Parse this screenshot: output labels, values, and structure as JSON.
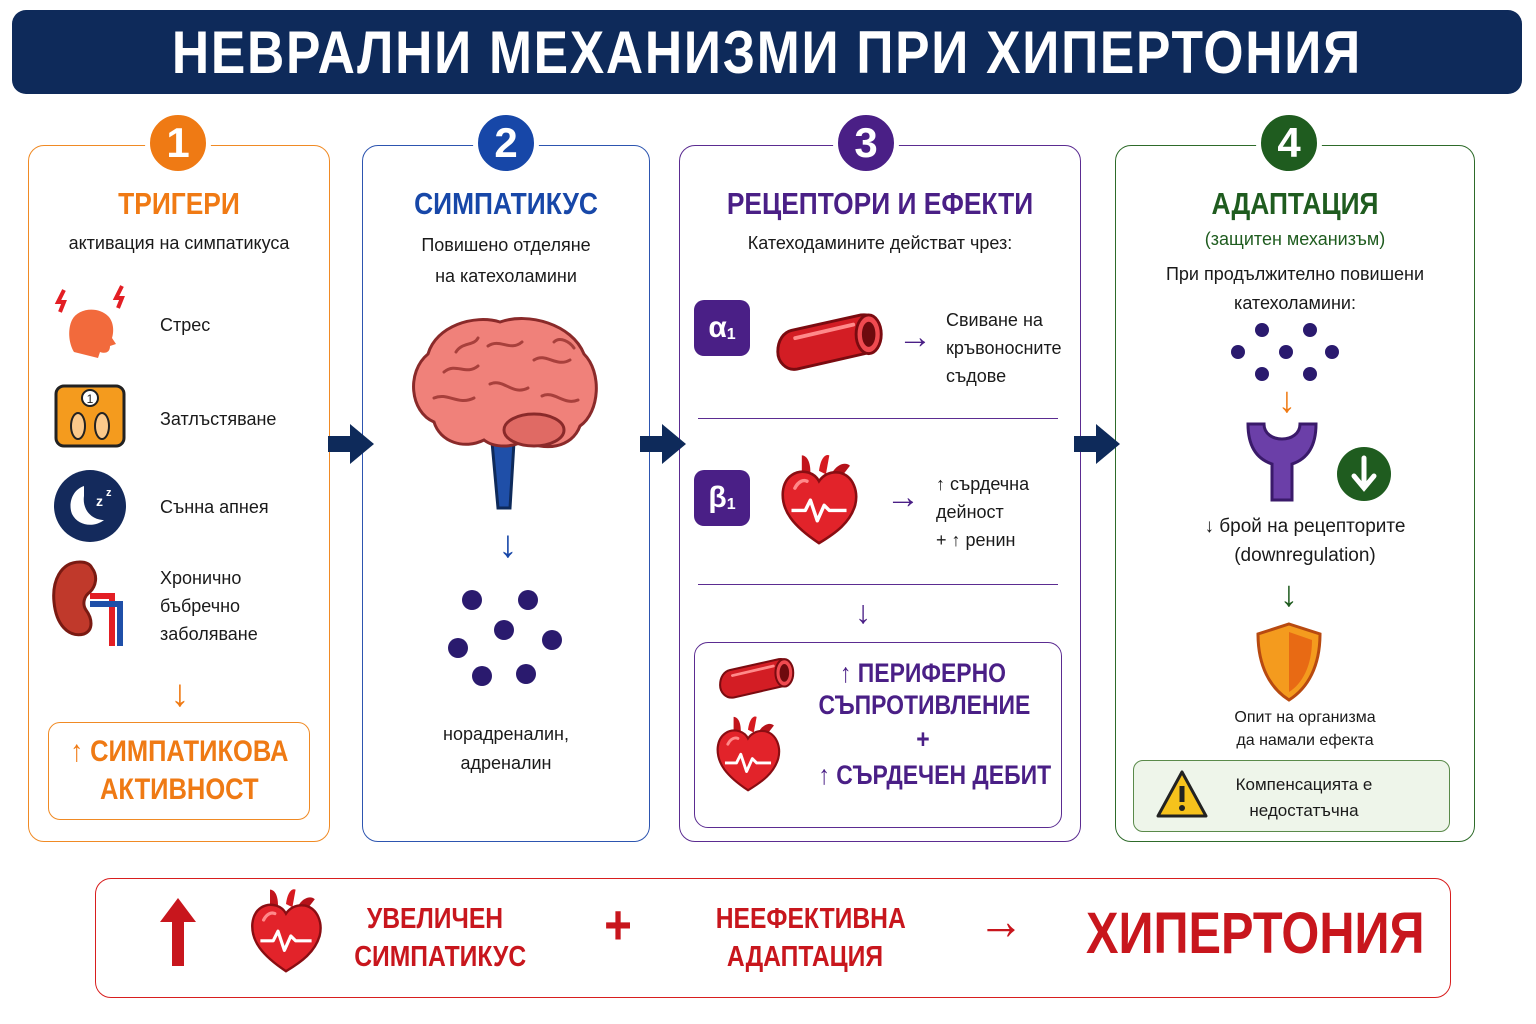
{
  "title": "НЕВРАЛНИ МЕХАНИЗМИ ПРИ ХИПЕРТОНИЯ",
  "colors": {
    "title_bg": "#0e2a5a",
    "step1": "#ef7a14",
    "step2": "#1747a8",
    "step3": "#4a1f86",
    "step4": "#1f5c1f",
    "result": "#c8161d"
  },
  "panel1": {
    "number": "1",
    "title": "ТРИГЕРИ",
    "subtitle": "активация на симпатикуса",
    "items": [
      {
        "label": "Стрес",
        "icon": "stress-head-icon"
      },
      {
        "label": "Затлъстяване",
        "icon": "scale-icon"
      },
      {
        "label": "Сънна апнея",
        "icon": "moon-sleep-icon"
      },
      {
        "label_lines": [
          "Хронично",
          "бъбречно",
          "заболяване"
        ],
        "icon": "kidney-icon"
      }
    ],
    "arrow": "↓",
    "result_lines": [
      "↑ СИМПАТИКОВА",
      "АКТИВНОСТ"
    ]
  },
  "panel2": {
    "number": "2",
    "title": "СИМПАТИКУС",
    "subtitle_lines": [
      "Повишено отделяне",
      "на катехоламини"
    ],
    "arrow": "↓",
    "caption_lines": [
      "норадреналин,",
      "адреналин"
    ]
  },
  "panel3": {
    "number": "3",
    "title": "РЕЦЕПТОРИ И ЕФЕКТИ",
    "subtitle": "Катеходамините действат чрез:",
    "alpha": {
      "symbol": "α",
      "sub": "1",
      "effect_lines": [
        "Свиване на",
        "кръвоносните",
        "съдове"
      ]
    },
    "beta": {
      "symbol": "β",
      "sub": "1",
      "effect_lines": [
        "↑ сърдечна",
        "дейност",
        "+ ↑ ренин"
      ]
    },
    "arrow": "↓",
    "effect_lines": [
      "↑ ПЕРИФЕРНО",
      "СЪПРОТИВЛЕНИЕ",
      "+",
      "↑ СЪРДЕЧЕН ДЕБИТ"
    ]
  },
  "panel4": {
    "number": "4",
    "title": "АДАПТАЦИЯ",
    "subtitle": "(защитен механизъм)",
    "intro_lines": [
      "При продължително повишени",
      "катехоламини:"
    ],
    "receptor_lines": [
      "↓ брой на рецепторите",
      "(downregulation)"
    ],
    "shield_lines": [
      "Опит на организма",
      "да намали ефекта"
    ],
    "warning_lines": [
      "Компенсацията е",
      "недостатъчна"
    ]
  },
  "bottom": {
    "up_arrow": "↑",
    "item1_lines": [
      "УВЕЛИЧЕН",
      "СИМПАТИКУС"
    ],
    "plus": "+",
    "item2_lines": [
      "НЕЕФЕКТИВНА",
      "АДАПТАЦИЯ"
    ],
    "arrow": "→",
    "result": "ХИПЕРТОНИЯ"
  }
}
